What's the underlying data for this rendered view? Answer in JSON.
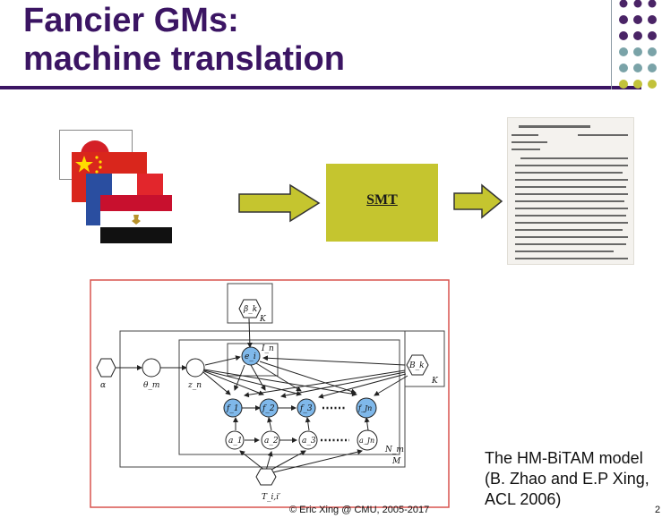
{
  "slide": {
    "title_line1": "Fancier GMs:",
    "title_line2": "machine translation",
    "smt_label": "SMT",
    "caption": [
      "The HM-BiTAM model",
      "(B. Zhao and E.P Xing,",
      "ACL 2006)"
    ],
    "footer": "© Eric Xing @ CMU, 2005-2017",
    "page_number": "2"
  },
  "colors": {
    "title": "#3b1563",
    "rule": "#3b1563",
    "smt_box": "#c5c52f",
    "arrow": "#c5c52f",
    "node_shaded": "#7fb8ea",
    "diagram_border": "#d9534f",
    "dot_purple": "#4a2466",
    "dot_teal": "#7aa3a8",
    "dot_olive": "#c2c23a"
  },
  "diagram": {
    "labels": {
      "beta": "β_k",
      "K_top": "K",
      "alpha": "α",
      "theta": "θ_m",
      "z": "z_n",
      "e": "e_i",
      "I": "I_n",
      "B": "B_k",
      "K_right": "K",
      "f1": "f_1",
      "f2": "f_2",
      "f3": "f_3",
      "fJ": "f_Jn",
      "a1": "a_1",
      "a2": "a_2",
      "a3": "a_3",
      "aJ": "a_Jn",
      "N": "N_m",
      "M": "M",
      "T": "T_i,i′"
    }
  }
}
